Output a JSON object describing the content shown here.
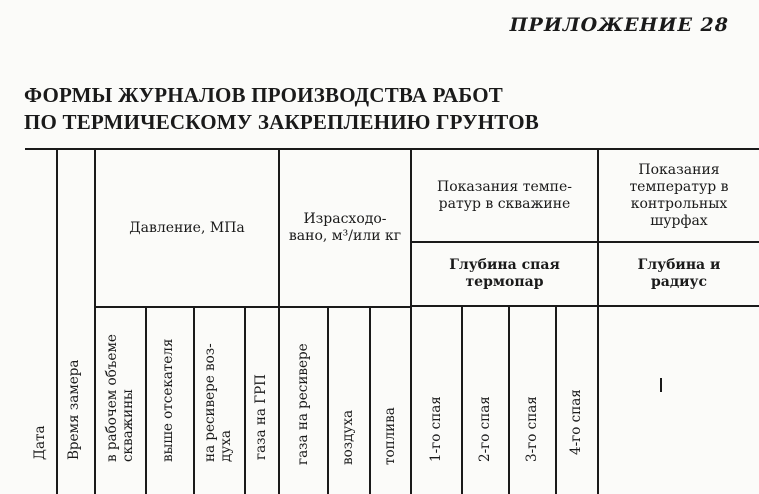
{
  "appendix": "ПРИЛОЖЕНИЕ 28",
  "title": {
    "line1": "ФОРМЫ ЖУРНАЛОВ ПРОИЗВОДСТВА РАБОТ",
    "line2": "ПО ТЕРМИЧЕСКОМУ ЗАКРЕПЛЕНИЮ ГРУНТОВ"
  },
  "table": {
    "date": "Дата",
    "time": "Время замера",
    "pressure": {
      "header": "Давление, МПа",
      "cols": {
        "c1a": "в рабочем объеме",
        "c1b": "скважины",
        "c2": "выше отсекателя",
        "c3a": "на ресивере воз-",
        "c3b": "духа",
        "c4": "газа на ГРП"
      }
    },
    "consumed": {
      "header": "Израсходо-вано, м³/или кг",
      "cols": {
        "c1": "газа на ресивере",
        "c2": "воздуха",
        "c3": "топлива"
      }
    },
    "well": {
      "header": "Показания темпе-ратур в скважине",
      "sub": "Глубина спая термопар",
      "cols": {
        "c1": "1-го спая",
        "c2": "2-го спая",
        "c3": "3-го спая",
        "c4": "4-го спая"
      }
    },
    "pits": {
      "header": "Показания температур в контрольных шурфах",
      "sub": "Глубина и радиус"
    }
  }
}
